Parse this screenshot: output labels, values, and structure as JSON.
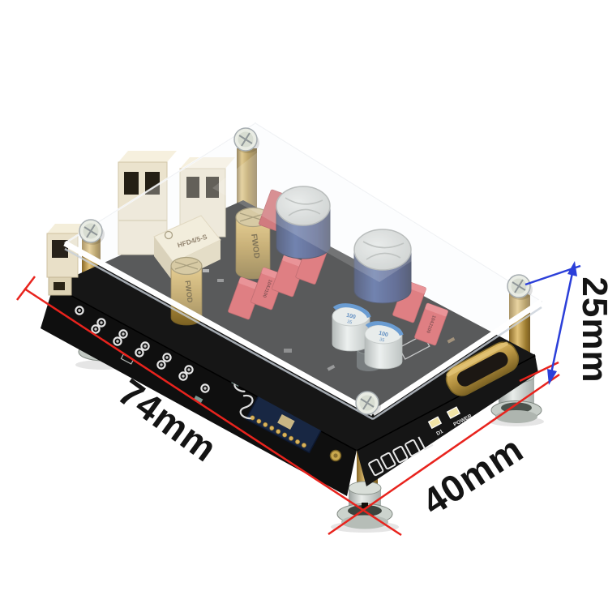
{
  "image": {
    "type": "product-photo",
    "background": "#ffffff"
  },
  "dimensions": {
    "length": {
      "label": "74mm",
      "line_color": "#e8231d",
      "text_color": "#141414"
    },
    "width": {
      "label": "40mm",
      "line_color": "#e8231d",
      "text_color": "#141414"
    },
    "height": {
      "label": "25mm",
      "line_color": "#2b3fd9",
      "text_color": "#141414"
    }
  },
  "board": {
    "relay": {
      "label": "HFD4/5-S"
    },
    "gold_capacitor": {
      "label": "FWOD"
    },
    "film_capacitor": {
      "label": "104J100"
    },
    "smd_capacitor": {
      "value": "100",
      "voltage": "35"
    },
    "silkscreen": {
      "led1": "D1",
      "led2": "POWER"
    },
    "colors": {
      "pcb_top": "#161616",
      "pcb_underside": "#0f0f0f",
      "brass_standoff": "#b8903f",
      "electrolytic_blue": "#27356b",
      "film_cap_red": "#d64b4f",
      "relay_cream": "#ece2c6",
      "connector_beige": "#eae1cb",
      "acrylic_edge": "#ffffff"
    }
  }
}
